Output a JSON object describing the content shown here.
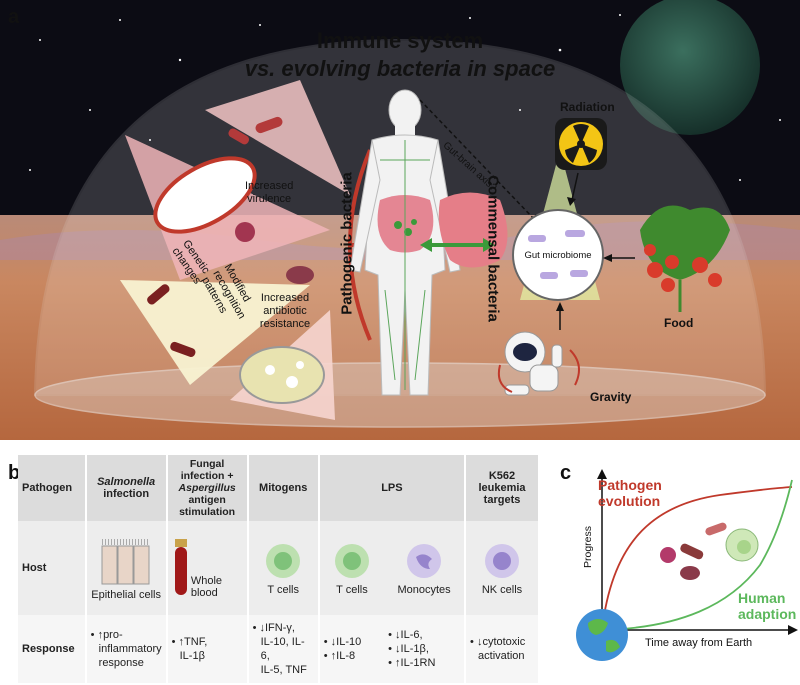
{
  "panel_a": {
    "label": "a",
    "title_line1": "Immune system",
    "title_line2": "vs. evolving bacteria in space",
    "labels": {
      "increased_virulence": [
        "Increased",
        "virulence"
      ],
      "genetic_changes": [
        "Genetic",
        "changes"
      ],
      "modified_recognition": [
        "Modified",
        "recognition",
        "patterns"
      ],
      "antibiotic_resistance": [
        "Increased",
        "antibiotic",
        "resistance"
      ],
      "pathogenic_bacteria": "Pathogenic bacteria",
      "commensal_bacteria": "Commensal bacteria",
      "gut_brain_axis": "Gut-brain axis?",
      "radiation": "Radiation",
      "gut_microbiome": "Gut microbiome",
      "food": "Food",
      "gravity": "Gravity"
    },
    "colors": {
      "sky": "#0c0c14",
      "ground": "#c9825a",
      "pathogenic": "#c0392b",
      "commensal_arrow": "#3a9a3a",
      "radiation_yellow": "#f3c515"
    }
  },
  "panel_b": {
    "label": "b",
    "row_labels": [
      "Pathogen",
      "Host",
      "Response"
    ],
    "pathogens": [
      {
        "lines": [
          "Salmonella",
          "infection"
        ],
        "italic_line": 0
      },
      {
        "lines": [
          "Fungal",
          "infection +",
          "Aspergillus",
          "antigen",
          "stimulation"
        ],
        "italic_line": 2
      },
      {
        "lines": [
          "Mitogens"
        ]
      },
      {
        "lines": [
          "LPS"
        ]
      },
      {
        "lines": [
          "K562",
          "leukemia",
          "targets"
        ]
      }
    ],
    "hosts": [
      "Epithelial cells",
      "Whole blood",
      "T cells",
      "T cells",
      "Monocytes",
      "NK cells"
    ],
    "responses": [
      [
        "• ↑pro-",
        "inflammatory",
        "response"
      ],
      [
        "• ↑TNF,",
        "IL-1β"
      ],
      [
        "• ↓IFN-γ,",
        "IL-10, IL-6,",
        "IL-5, TNF"
      ],
      [
        "• ↓IL-10",
        "• ↑IL-8"
      ],
      [
        "• ↓IL-6,",
        "• ↓IL-1β,",
        "• ↑IL-1RN"
      ],
      [
        "• ↓cytotoxic",
        "activation"
      ]
    ]
  },
  "panel_c": {
    "label": "c",
    "ylabel": "Progress",
    "xlabel": "Time away from Earth",
    "series": [
      {
        "name": "Pathogen evolution",
        "label_lines": [
          "Pathogen",
          "evolution"
        ],
        "color": "#c0392b"
      },
      {
        "name": "Human adaption",
        "label_lines": [
          "Human",
          "adaption"
        ],
        "color": "#5cb85c"
      }
    ]
  }
}
